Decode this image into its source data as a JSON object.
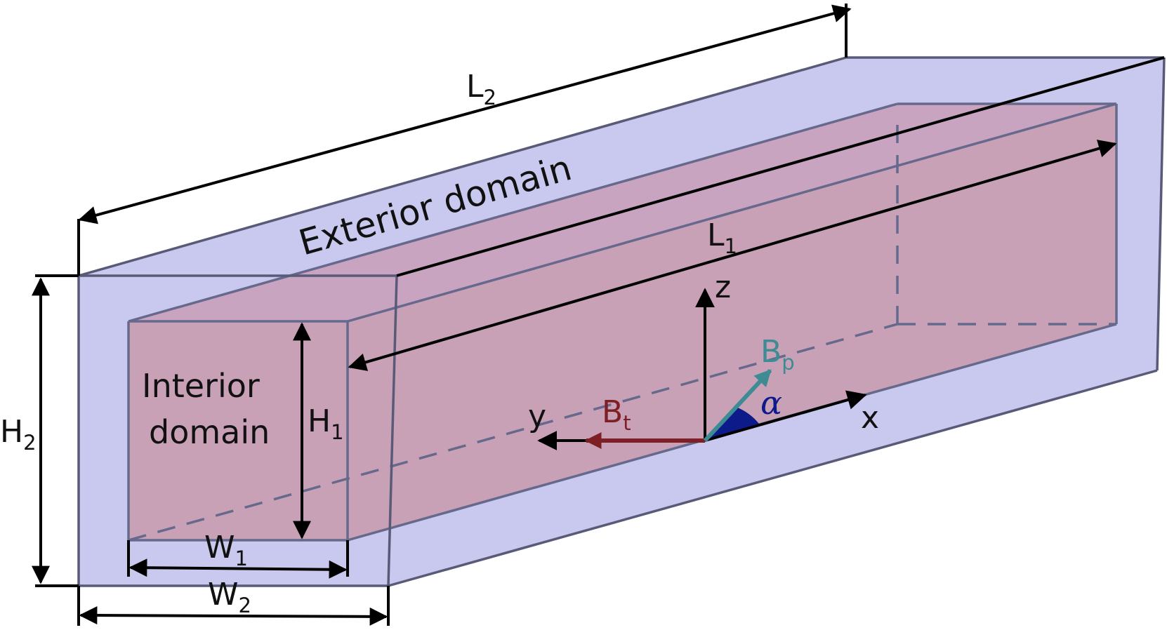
{
  "regions": {
    "exterior": "Exterior domain",
    "interior_line1": "Interior",
    "interior_line2": "domain"
  },
  "dimensions": {
    "L2": {
      "main": "L",
      "sub": "2"
    },
    "L1": {
      "main": "L",
      "sub": "1"
    },
    "H2": {
      "main": "H",
      "sub": "2"
    },
    "H1": {
      "main": "H",
      "sub": "1"
    },
    "W1": {
      "main": "W",
      "sub": "1"
    },
    "W2": {
      "main": "W",
      "sub": "2"
    }
  },
  "axes": {
    "x": "x",
    "y": "y",
    "z": "z"
  },
  "fields": {
    "Bp": {
      "main": "B",
      "sub": "p"
    },
    "Bt": {
      "main": "B",
      "sub": "t"
    },
    "alpha": "α"
  },
  "colors": {
    "exterior_fill": "#c9c9ef",
    "interior_fill": "#c9a1b6",
    "edge": "#66698c",
    "Bp_arrow": "#3d8b93",
    "Bt_arrow": "#7e1f25",
    "alpha_wedge": "#0c1a8a",
    "dimension_line": "#000000"
  }
}
